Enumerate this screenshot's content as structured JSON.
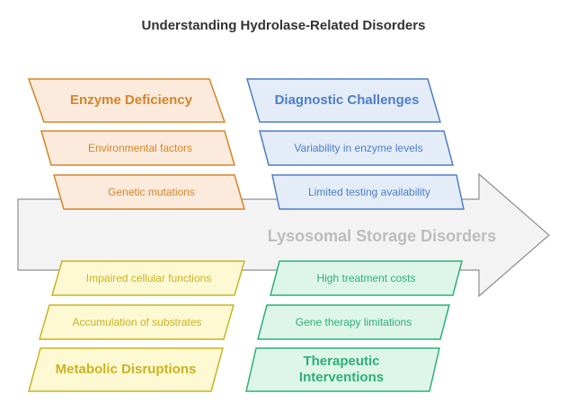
{
  "title": "Understanding Hydrolase-Related Disorders",
  "spine": "Lysosomal Storage Disorders",
  "categories": {
    "enzyme": {
      "heading": "Enzyme Deficiency",
      "items": [
        "Environmental factors",
        "Genetic mutations"
      ],
      "color": "#d4852a",
      "fill": "#fcebdc"
    },
    "diagnostic": {
      "heading": "Diagnostic Challenges",
      "items": [
        "Variability in enzyme levels",
        "Limited testing availability"
      ],
      "color": "#4d7fc7",
      "fill": "#e4ecf8"
    },
    "metabolic": {
      "heading": "Metabolic Disruptions",
      "items": [
        "Impaired cellular functions",
        "Accumulation of substrates"
      ],
      "color": "#c9b323",
      "fill": "#fdf9d3"
    },
    "therapeutic": {
      "heading": "Therapeutic Interventions",
      "items": [
        "High treatment costs",
        "Gene therapy limitations"
      ],
      "color": "#2fae7a",
      "fill": "#def5ea"
    }
  }
}
